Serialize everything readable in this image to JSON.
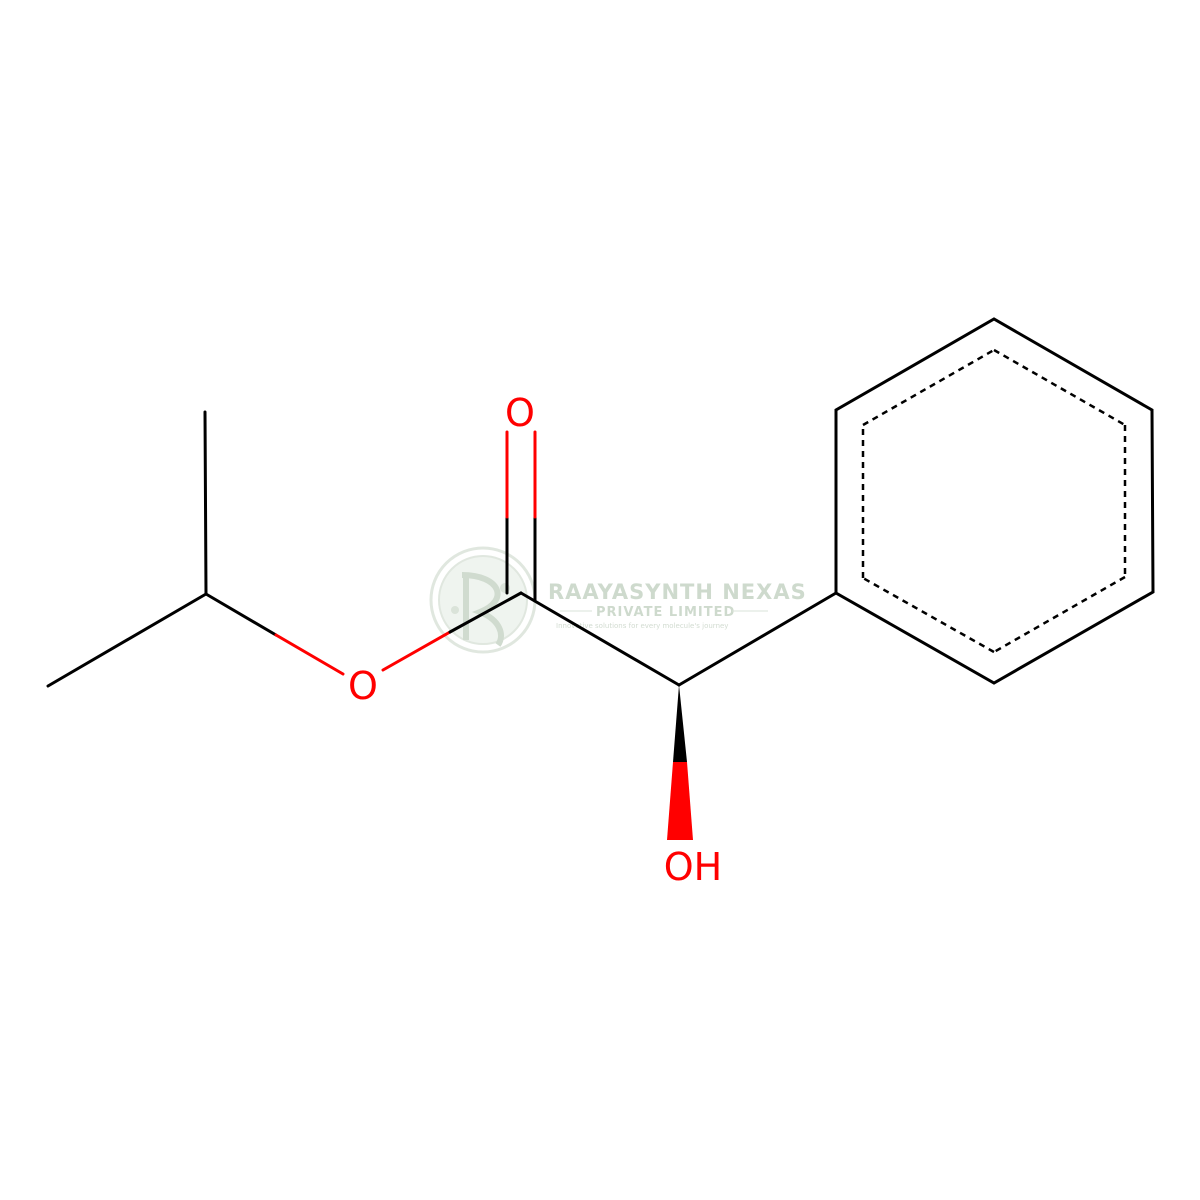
{
  "molecule": {
    "atoms": {
      "ester_oxygen": "O",
      "carbonyl_oxygen": "O",
      "hydroxyl": "OH"
    },
    "colors": {
      "bond": "#000000",
      "heteroatom": "#ff0000"
    },
    "ring": "benzene (aromatic, dashed inner bonds)",
    "stereo": "wedge bond to OH"
  },
  "watermark": {
    "title": "RAAYASYNTH NEXAS",
    "subtitle": "PRIVATE LIMITED",
    "tagline": "Innovative solutions for every molecule's journey",
    "color": "#c9d6c8"
  }
}
